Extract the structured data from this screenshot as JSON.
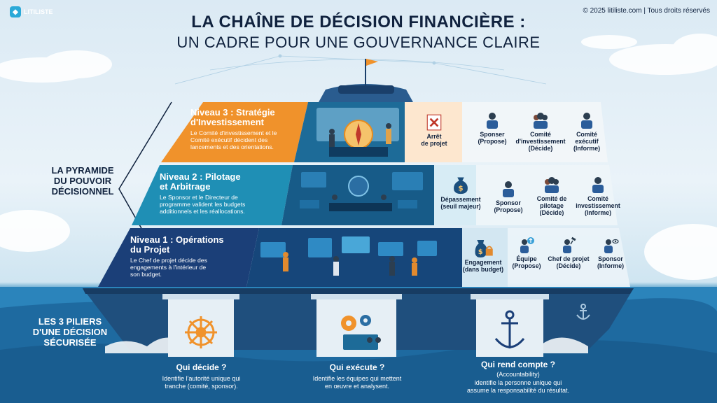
{
  "header": {
    "logo_text": "LITILISTE",
    "title_line1": "LA CHAÎNE DE DÉCISION FINANCIÈRE :",
    "title_line2": "UN CADRE POUR UNE GOUVERNANCE CLAIRE",
    "copyright": "© 2025 litiliste.com | Tous droits réservés"
  },
  "side_labels": {
    "pyramid": [
      "LA PYRAMIDE",
      "DU POUVOIR",
      "DÉCISIONNEL"
    ],
    "pillars": [
      "LES 3 PILIERS",
      "D'UNE DÉCISION",
      "SÉCURISÉE"
    ]
  },
  "levels": [
    {
      "title": [
        "Niveau 3 : Stratégie",
        "d'Investissement"
      ],
      "text": [
        "Le Comité d'investissement et le",
        "Comité exécutif décident des",
        "lancements et des orientations."
      ],
      "trigger": [
        "Arrêt",
        "de projet"
      ],
      "roles": [
        {
          "name": [
            "Sponser",
            "(Propose)"
          ]
        },
        {
          "name": [
            "Comité",
            "d'investissement",
            "(Décide)"
          ]
        },
        {
          "name": [
            "Comité",
            "exécutif",
            "(Informe)"
          ]
        }
      ],
      "color": "#f0922b"
    },
    {
      "title": [
        "Niveau 2 : Pilotage",
        "et Arbitrage"
      ],
      "text": [
        "Le Sponsor et le Directeur de",
        "programme valident les budgets",
        "additionnels et les réallocations."
      ],
      "trigger": [
        "Dépassement",
        "(seuil majeur)"
      ],
      "roles": [
        {
          "name": [
            "Sponsor",
            "(Propose)"
          ]
        },
        {
          "name": [
            "Comité de",
            "pilotage",
            "(Décide)"
          ]
        },
        {
          "name": [
            "Comité",
            "investissement",
            "(Informe)"
          ]
        }
      ],
      "color": "#1f8fb5"
    },
    {
      "title": [
        "Niveau 1 : Opérations",
        "du Projet"
      ],
      "text": [
        "Le Chef de projet décide des",
        "engagements à l'intérieur de",
        "son budget."
      ],
      "trigger": [
        "Engagement",
        "(dans budget)"
      ],
      "roles": [
        {
          "name": [
            "Équipe",
            "(Propose)"
          ]
        },
        {
          "name": [
            "Chef de projet",
            "(Décide)"
          ]
        },
        {
          "name": [
            "Sponsor",
            "(Informe)"
          ]
        }
      ],
      "color": "#1b3f78"
    }
  ],
  "pillars": [
    {
      "title": "Qui décide ?",
      "sub": "",
      "text": [
        "Identifie l'autorité unique qui",
        "tranche (comité, sponsor)."
      ]
    },
    {
      "title": "Qui exécute ?",
      "sub": "",
      "text": [
        "Identifie les équipes qui mettent",
        "en œuvre et analysent."
      ]
    },
    {
      "title": "Qui rend compte ?",
      "sub": "(Accountability)",
      "text": [
        "identifie la personne unique qui",
        "assume la responsabilité du résultat."
      ]
    }
  ],
  "colors": {
    "navy": "#10223e",
    "orange": "#f0922b",
    "teal": "#1f8fb5",
    "dark_blue": "#1b3f78",
    "sea": "#1f6ea6"
  }
}
